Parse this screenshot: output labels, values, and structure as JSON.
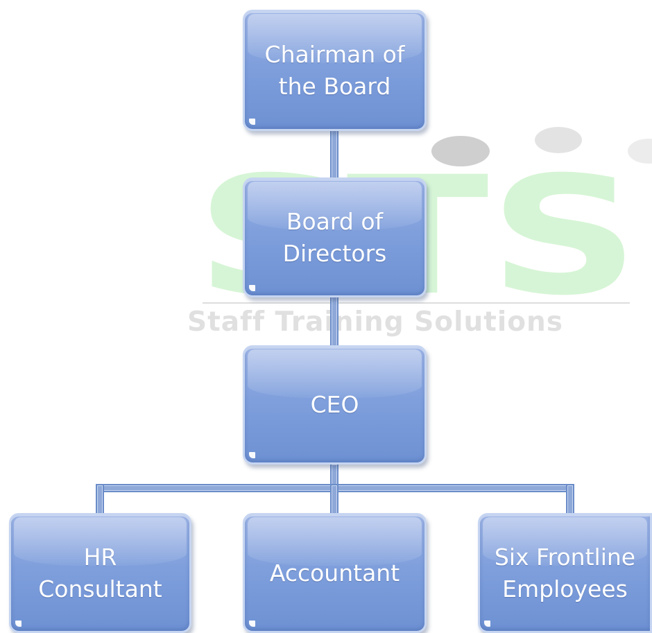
{
  "watermark": {
    "letters": "STS",
    "tagline": "Staff Training Solutions"
  },
  "org_chart": {
    "top": {
      "label": "Chairman of\nthe Board"
    },
    "board": {
      "label": "Board of\nDirectors"
    },
    "ceo": {
      "label": "CEO"
    },
    "reports": [
      {
        "label": "HR\nConsultant"
      },
      {
        "label": "Accountant"
      },
      {
        "label": "Six Frontline\nEmployees"
      }
    ]
  },
  "colors": {
    "box_fill": "#7f9fdc",
    "box_border": "#c6d5f1",
    "connector": "#8ea8d8",
    "watermark_green": "#d4f3d4",
    "watermark_grey": "#e0e0e0"
  }
}
